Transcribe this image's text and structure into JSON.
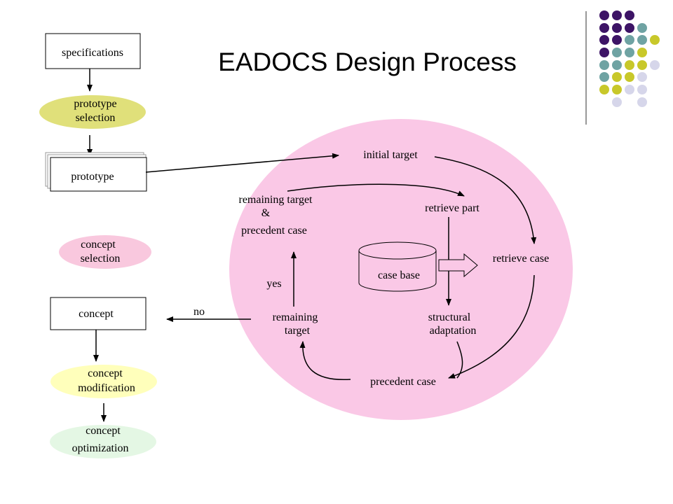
{
  "title": "EADOCS Design Process",
  "colors": {
    "dot_purple": "#3d1466",
    "dot_teal": "#6fa3a3",
    "dot_olive": "#c8c82a",
    "dot_lavender": "#d6d6ea",
    "prototype_selection_fill": "#e0e07a",
    "concept_selection_fill": "#f9c8de",
    "concept_modification_fill": "#ffffbb",
    "concept_optimization_fill": "#e4f7e4",
    "process_circle_fill": "#fac8e6"
  },
  "left_flow": {
    "specifications": "specifications",
    "prototype_selection": [
      "prototype",
      "selection"
    ],
    "prototype": "prototype",
    "concept_selection": [
      "concept",
      "selection"
    ],
    "concept": "concept",
    "concept_modification": [
      "concept",
      "modification"
    ],
    "concept_optimization": [
      "concept",
      "optimization"
    ]
  },
  "process": {
    "initial_target": "initial target",
    "retrieve_part": "retrieve part",
    "retrieve_case": "retrieve case",
    "case_base": "case base",
    "structural_adaptation": [
      "structural",
      "adaptation"
    ],
    "precedent_case": "precedent case",
    "remaining_target": [
      "remaining",
      "target"
    ],
    "remaining_target_precedent": [
      "remaining  target",
      "&",
      "precedent case"
    ],
    "yes": "yes",
    "no": "no"
  }
}
